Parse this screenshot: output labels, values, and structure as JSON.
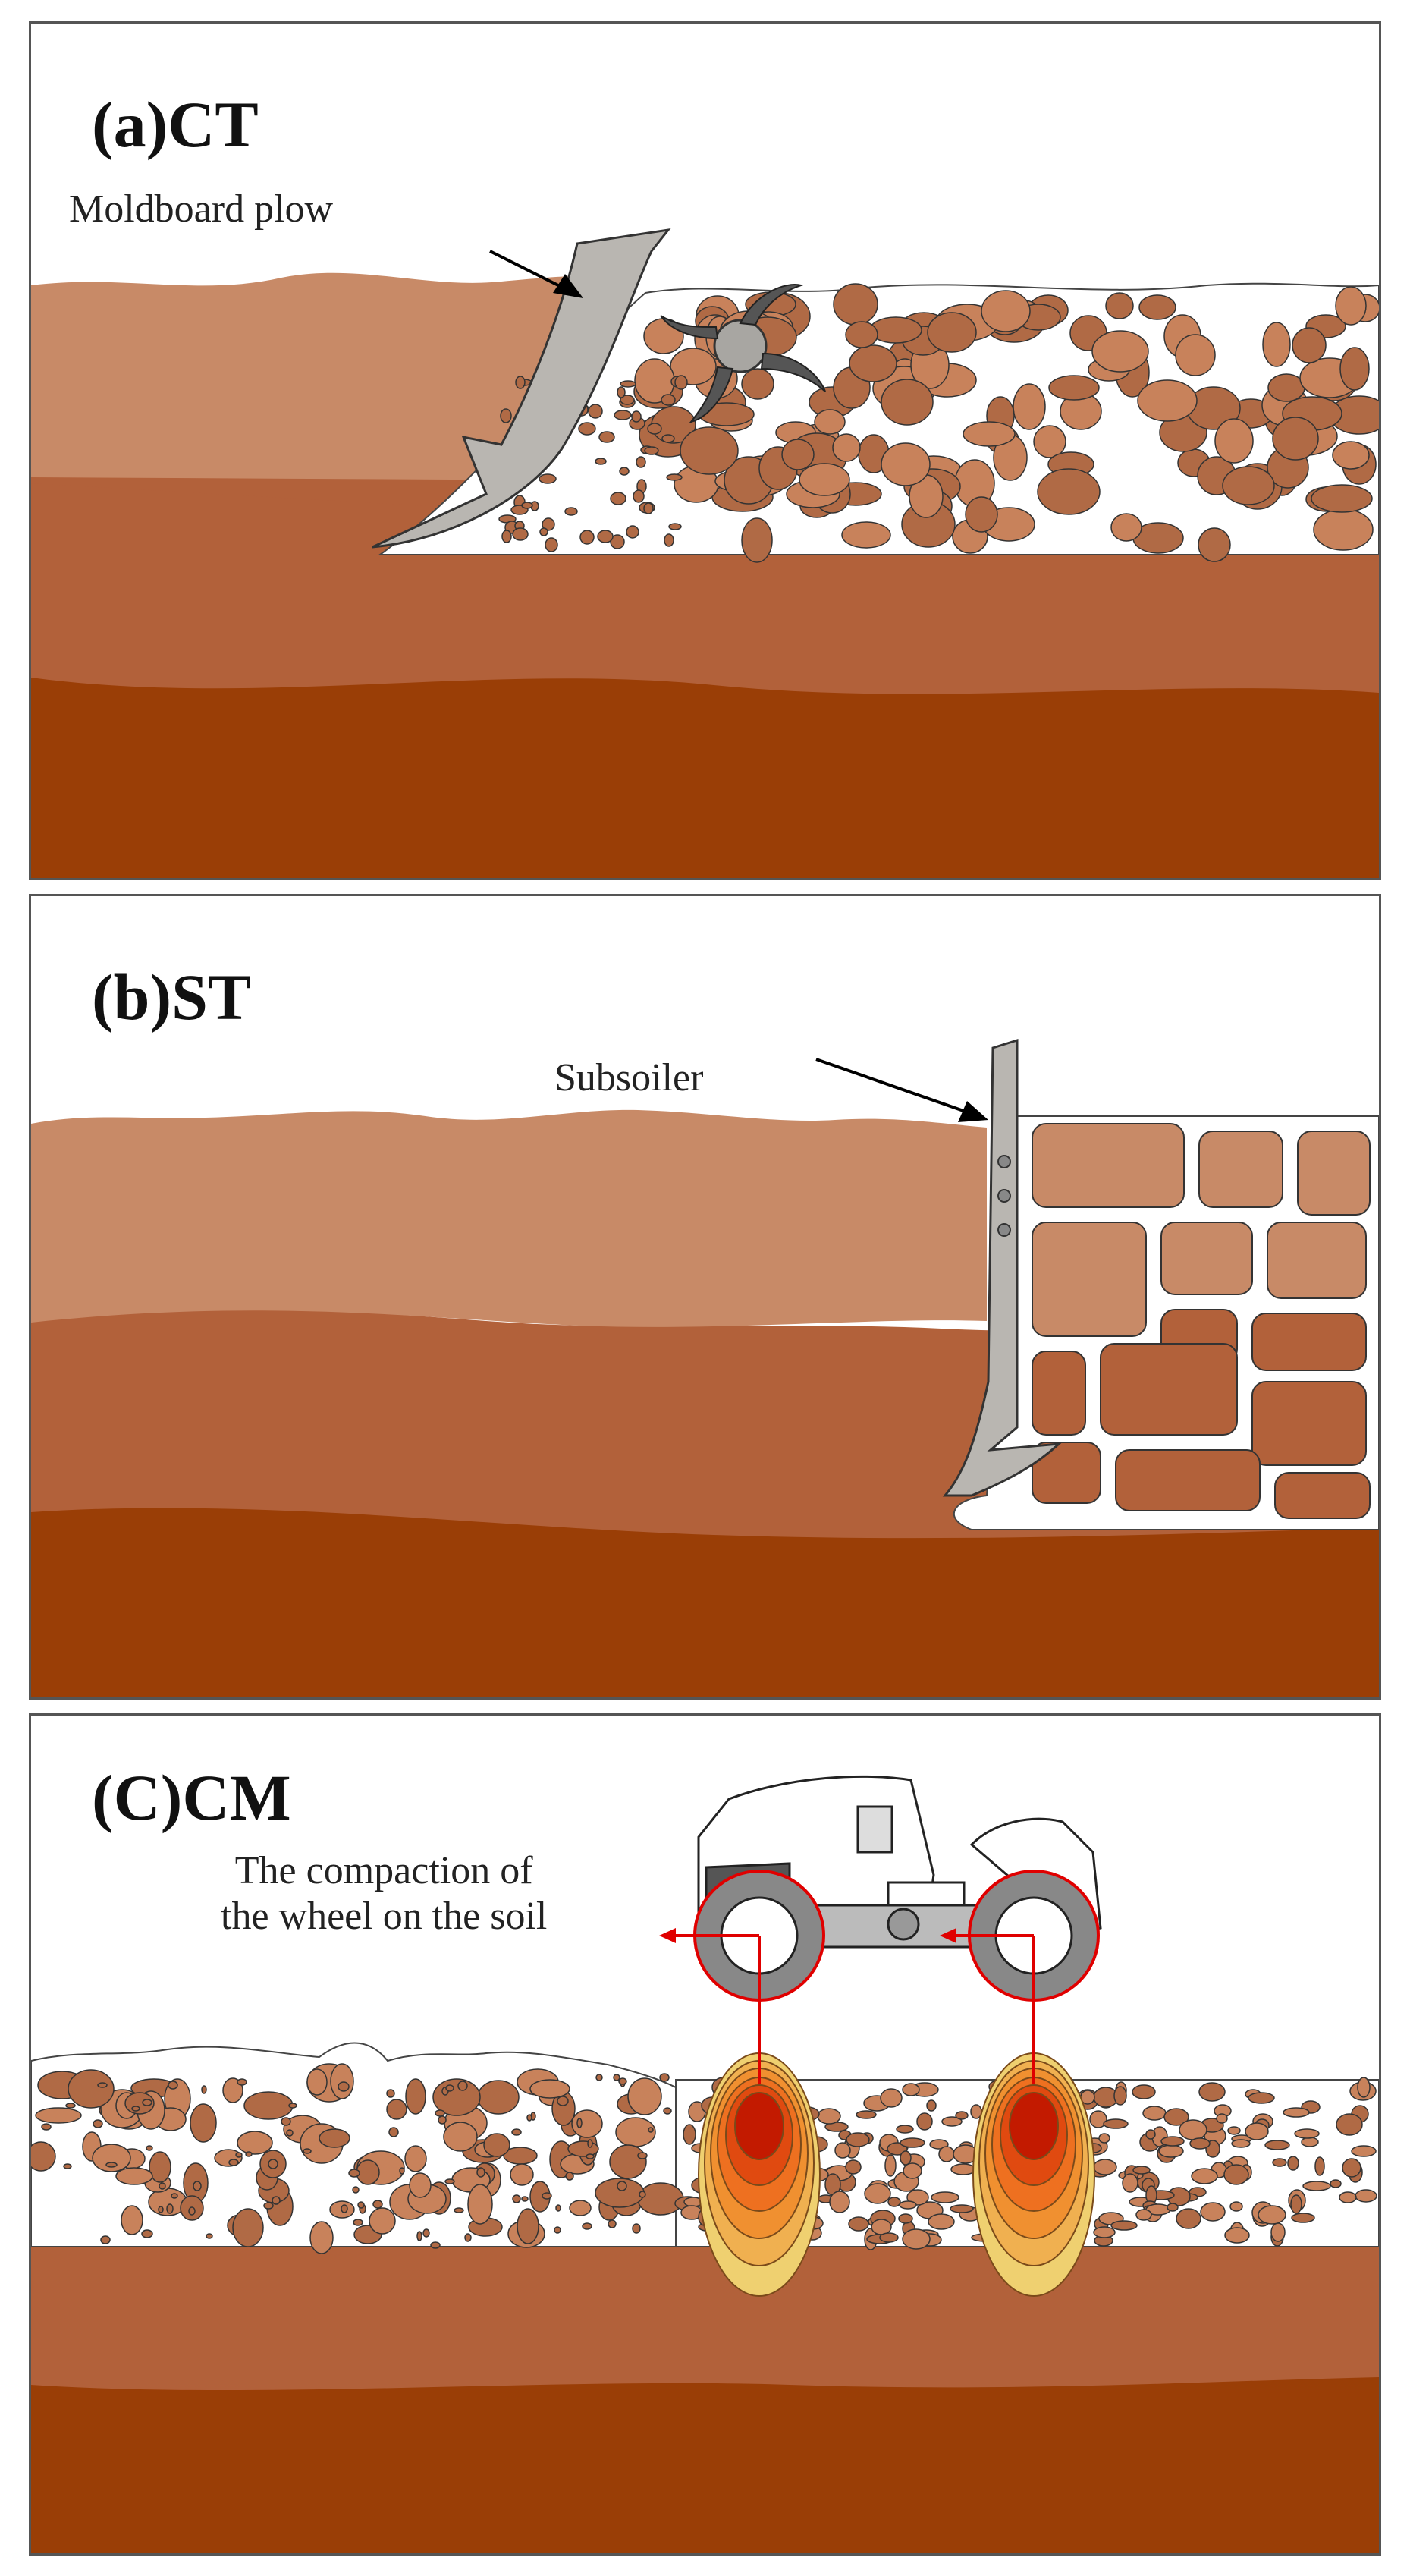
{
  "colors": {
    "topsoil": "#c88a67",
    "midsoil": "#b2613a",
    "subsoil": "#9a3e06",
    "clod": "#c8825b",
    "clod_dark": "#b06a45",
    "tool": "#b9b6b1",
    "heat_core": "#c31a00",
    "heat_outer": "#efd070"
  },
  "panels": [
    {
      "id": "a",
      "title": "(a)CT",
      "label": "Moldboard plow"
    },
    {
      "id": "b",
      "title": "(b)ST",
      "label": "Subsoiler"
    },
    {
      "id": "c",
      "title": "(C)CM",
      "label_line1": "The compaction of",
      "label_line2": "the wheel on the soil"
    }
  ],
  "icons": [
    "moldboard-plow-icon",
    "rotary-tiller-icon",
    "subsoiler-icon",
    "skid-steer-loader-icon",
    "wheel-icon",
    "pressure-bulb-icon"
  ]
}
